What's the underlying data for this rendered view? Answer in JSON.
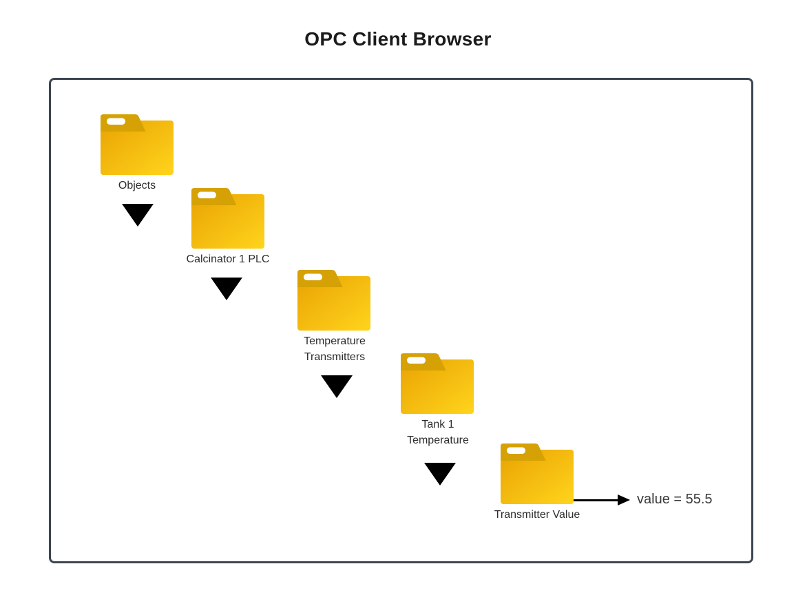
{
  "title": "OPC Client Browser",
  "diagram": {
    "description": "OPC server address-space hierarchy shown as cascading folders",
    "nodes": [
      {
        "label": "Objects"
      },
      {
        "label": "Calcinator 1 PLC"
      },
      {
        "label": "Temperature\nTransmitters"
      },
      {
        "label": "Tank 1\nTemperature"
      },
      {
        "label": "Transmitter Value",
        "value_annotation": "value = 55.5"
      }
    ],
    "icons": {
      "node_icon": "folder-icon",
      "connector_icon": "expand-triangle-icon",
      "value_pointer": "arrow-right-icon"
    },
    "colors": {
      "panel_border": "#3c4551",
      "folder_tab": "#d5a104",
      "folder_body_gradient_start": "#e9a303",
      "folder_body_gradient_end": "#ffd41c",
      "folder_slot": "#ffffff",
      "triangle": "#000000",
      "label_text": "#2d2d2d",
      "value_text": "#3a3a3a",
      "title_text": "#1b1b1b"
    }
  }
}
